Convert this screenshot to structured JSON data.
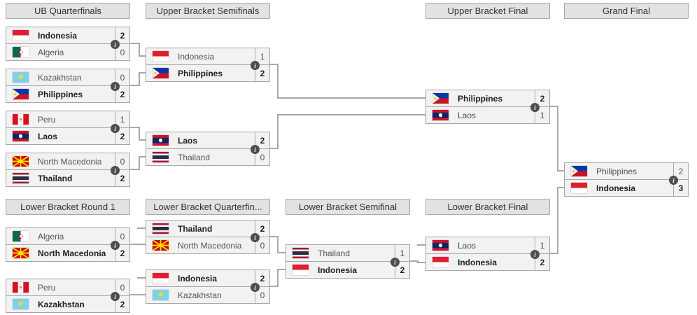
{
  "icons": {
    "info": "i"
  },
  "colors": {
    "header_bg": "#e2e2e2",
    "row_bg": "#f2f2f2",
    "border": "#a7a7a7",
    "connector": "#a8a8a8",
    "winner_text": "#1f1f1f",
    "loser_text": "#545454",
    "info_bg": "#4e4e4e"
  },
  "headers": [
    {
      "id": "ubqf",
      "label": "UB Quarterfinals"
    },
    {
      "id": "ubsf",
      "label": "Upper Bracket Semifinals"
    },
    {
      "id": "ubf",
      "label": "Upper Bracket Final"
    },
    {
      "id": "gf",
      "label": "Grand Final"
    },
    {
      "id": "lbr1",
      "label": "Lower Bracket Round 1"
    },
    {
      "id": "lbqf",
      "label": "Lower Bracket Quarterfin..."
    },
    {
      "id": "lbsf",
      "label": "Lower Bracket Semifinal"
    },
    {
      "id": "lbf",
      "label": "Lower Bracket Final"
    }
  ],
  "matches": {
    "ubqf1": {
      "teams": [
        {
          "name": "Indonesia",
          "flag": "indonesia",
          "score": "2",
          "winner": true
        },
        {
          "name": "Algeria",
          "flag": "algeria",
          "score": "0",
          "winner": false
        }
      ]
    },
    "ubqf2": {
      "teams": [
        {
          "name": "Kazakhstan",
          "flag": "kazakhstan",
          "score": "0",
          "winner": false
        },
        {
          "name": "Philippines",
          "flag": "philippines",
          "score": "2",
          "winner": true
        }
      ]
    },
    "ubqf3": {
      "teams": [
        {
          "name": "Peru",
          "flag": "peru",
          "score": "1",
          "winner": false
        },
        {
          "name": "Laos",
          "flag": "laos",
          "score": "2",
          "winner": true
        }
      ]
    },
    "ubqf4": {
      "teams": [
        {
          "name": "North Macedonia",
          "flag": "north-macedonia",
          "score": "0",
          "winner": false
        },
        {
          "name": "Thailand",
          "flag": "thailand",
          "score": "2",
          "winner": true
        }
      ]
    },
    "ubsf1": {
      "teams": [
        {
          "name": "Indonesia",
          "flag": "indonesia",
          "score": "1",
          "winner": false
        },
        {
          "name": "Philippines",
          "flag": "philippines",
          "score": "2",
          "winner": true
        }
      ]
    },
    "ubsf2": {
      "teams": [
        {
          "name": "Laos",
          "flag": "laos",
          "score": "2",
          "winner": true
        },
        {
          "name": "Thailand",
          "flag": "thailand",
          "score": "0",
          "winner": false
        }
      ]
    },
    "ubf": {
      "teams": [
        {
          "name": "Philippines",
          "flag": "philippines",
          "score": "2",
          "winner": true
        },
        {
          "name": "Laos",
          "flag": "laos",
          "score": "1",
          "winner": false
        }
      ]
    },
    "gf": {
      "teams": [
        {
          "name": "Philippines",
          "flag": "philippines",
          "score": "2",
          "winner": false
        },
        {
          "name": "Indonesia",
          "flag": "indonesia",
          "score": "3",
          "winner": true
        }
      ]
    },
    "lbr1m1": {
      "teams": [
        {
          "name": "Algeria",
          "flag": "algeria",
          "score": "0",
          "winner": false
        },
        {
          "name": "North Macedonia",
          "flag": "north-macedonia",
          "score": "2",
          "winner": true
        }
      ]
    },
    "lbr1m2": {
      "teams": [
        {
          "name": "Peru",
          "flag": "peru",
          "score": "0",
          "winner": false
        },
        {
          "name": "Kazakhstan",
          "flag": "kazakhstan",
          "score": "2",
          "winner": true
        }
      ]
    },
    "lbqf1": {
      "teams": [
        {
          "name": "Thailand",
          "flag": "thailand",
          "score": "2",
          "winner": true
        },
        {
          "name": "North Macedonia",
          "flag": "north-macedonia",
          "score": "0",
          "winner": false
        }
      ]
    },
    "lbqf2": {
      "teams": [
        {
          "name": "Indonesia",
          "flag": "indonesia",
          "score": "2",
          "winner": true
        },
        {
          "name": "Kazakhstan",
          "flag": "kazakhstan",
          "score": "0",
          "winner": false
        }
      ]
    },
    "lbsf": {
      "teams": [
        {
          "name": "Thailand",
          "flag": "thailand",
          "score": "1",
          "winner": false
        },
        {
          "name": "Indonesia",
          "flag": "indonesia",
          "score": "2",
          "winner": true
        }
      ]
    },
    "lbf": {
      "teams": [
        {
          "name": "Laos",
          "flag": "laos",
          "score": "1",
          "winner": false
        },
        {
          "name": "Indonesia",
          "flag": "indonesia",
          "score": "2",
          "winner": true
        }
      ]
    }
  }
}
